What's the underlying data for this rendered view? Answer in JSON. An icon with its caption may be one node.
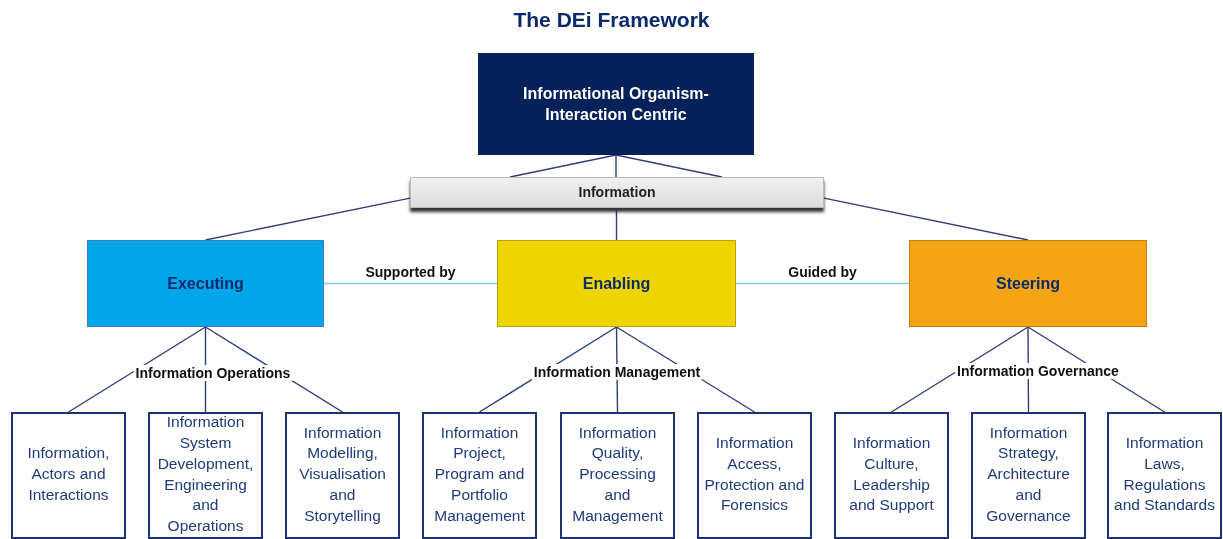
{
  "diagram": {
    "title": "The DEi Framework",
    "nodes": [
      {
        "text": [
          "Informational Organism-Interaction Centric"
        ]
      },
      {
        "text": [
          "Information"
        ]
      },
      {
        "text": [
          "Executing"
        ]
      },
      {
        "text": [
          "Enabling"
        ]
      },
      {
        "text": [
          "Steering"
        ]
      },
      {
        "text": [
          "Information, Actors and Interactions"
        ]
      },
      {
        "text": [
          "Information System Development, Engineering and Operations"
        ]
      },
      {
        "text": [
          "Information Modelling, Visualisation and Storytelling"
        ]
      },
      {
        "text": [
          "Information Project, Program and Portfolio Management"
        ]
      },
      {
        "text": [
          "Information Quality, Processing and Management"
        ]
      },
      {
        "text": [
          "Information Access, Protection and Forensics"
        ]
      },
      {
        "text": [
          "Information Culture, Leadership and Support"
        ]
      },
      {
        "text": [
          "Information Strategy, Architecture and Governance"
        ]
      },
      {
        "text": [
          "Information Laws, Regulations and Standards"
        ]
      }
    ],
    "edges": [
      {
        "from": 0,
        "to": 1,
        "arrow": "none"
      },
      {
        "from": 0,
        "to": 1,
        "arrow": "none"
      },
      {
        "from": 0,
        "to": 1,
        "arrow": "none"
      },
      {
        "from": 1,
        "to": 2,
        "arrow": "none"
      },
      {
        "from": 1,
        "to": 3,
        "arrow": "none"
      },
      {
        "from": 1,
        "to": 4,
        "arrow": "none"
      },
      {
        "from": 2,
        "to": 3,
        "arrow": "none",
        "label": "Supported by",
        "color": "#7fcfee"
      },
      {
        "from": 3,
        "to": 4,
        "arrow": "none",
        "label": "Guided by",
        "color": "#7fcfee"
      },
      {
        "from": 2,
        "to": 5,
        "arrow": "none"
      },
      {
        "from": 2,
        "to": 6,
        "arrow": "none"
      },
      {
        "from": 2,
        "to": 7,
        "arrow": "none"
      },
      {
        "from": 3,
        "to": 8,
        "arrow": "none"
      },
      {
        "from": 3,
        "to": 9,
        "arrow": "none"
      },
      {
        "from": 3,
        "to": 10,
        "arrow": "none"
      },
      {
        "from": 4,
        "to": 11,
        "arrow": "none"
      },
      {
        "from": 4,
        "to": 12,
        "arrow": "none"
      },
      {
        "from": 4,
        "to": 13,
        "arrow": "none"
      }
    ],
    "labels": [
      "Information Operations",
      "Information Management",
      "Information Governance"
    ]
  }
}
